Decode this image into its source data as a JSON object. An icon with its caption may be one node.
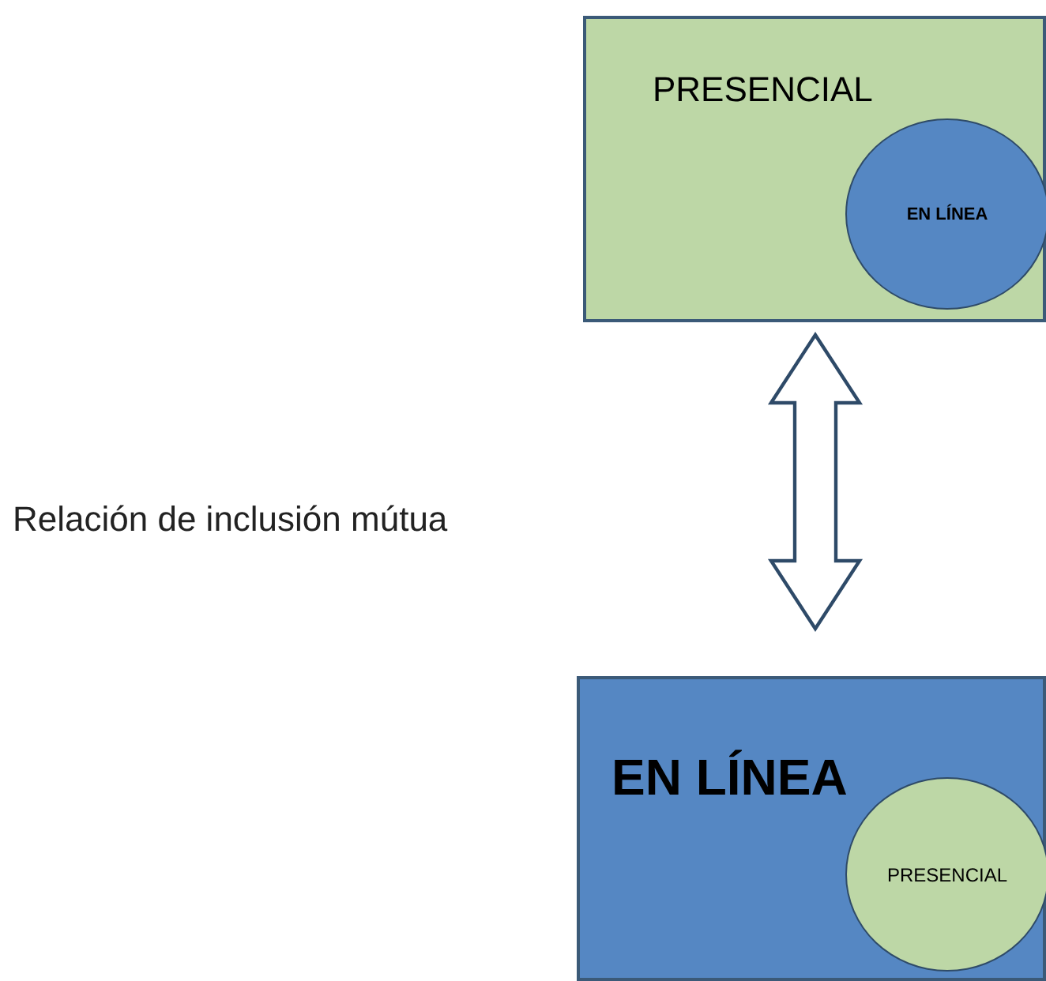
{
  "diagram": {
    "nodes": [
      {
        "text": [
          "PRESENCIAL"
        ]
      },
      {
        "text": [
          "EN LÍNEA"
        ],
        "in": 0
      },
      {
        "text": [
          "EN LÍNEA"
        ]
      },
      {
        "text": [
          "PRESENCIAL"
        ],
        "in": 2
      }
    ],
    "edges": [
      {
        "from": 0,
        "to": 2,
        "arrow": "both"
      }
    ],
    "labels": [
      "Relación de inclusión mútua"
    ]
  }
}
